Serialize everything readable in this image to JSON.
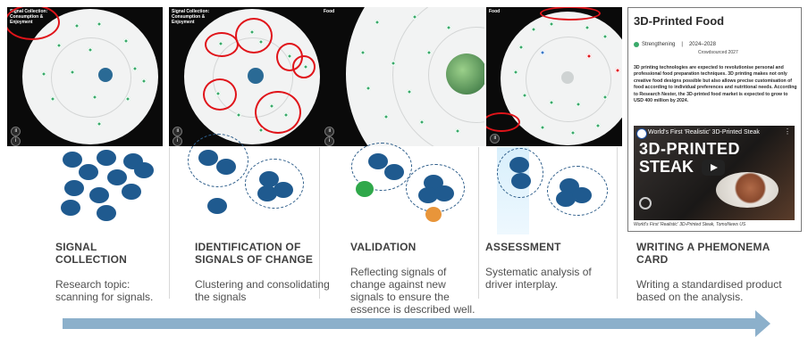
{
  "panels": [
    {
      "title": "Signal Collection: Consumption & Enjoyment"
    },
    {
      "title": "Signal Collection: Consumption & Enjoyment"
    },
    {
      "title": "Food"
    },
    {
      "title": "Food"
    }
  ],
  "steps": [
    {
      "title": "SIGNAL\nCOLLECTION",
      "desc": "Research topic:\nscanning for signals."
    },
    {
      "title": "IDENTIFICATION OF\nSIGNALS OF CHANGE",
      "desc": "Clustering and consolidating\nthe signals"
    },
    {
      "title": "VALIDATION",
      "desc": "Reflecting signals of\nchange against new\nsignals to ensure the\nessence is described well."
    },
    {
      "title": "ASSESSMENT",
      "desc": "Systematic analysis of\ndriver interplay."
    },
    {
      "title": "WRITING A PHEMONEMA\nCARD",
      "desc": "Writing a standardised product\nbased on the analysis."
    }
  ],
  "card": {
    "title": "3D-Printed Food",
    "status": "Strengthening",
    "period": "2024–2028",
    "crowdsourced": "Crowdsourced 2027",
    "body": "3D printing technologies are expected to revolutionise personal and professional food preparation techniques. 3D printing makes not only creative food designs possible but also allows precise customisation of food according to individual preferences and nutritional needs. According to Research Nester, the 3D-printed food market is expected to grow to USD 400 million by 2024.",
    "video_title": "World's First 'Realistic' 3D-Printed Steak",
    "video_overlay_1": "3D-PRINTED",
    "video_overlay_2": "STEAK",
    "video_caption": "World's First 'Realistic' 3D-Printed Steak, TomoNews US",
    "status_color": "#3aaa6a"
  },
  "colors": {
    "accent_red": "#e0141a",
    "blob_blue": "#1f5a8f",
    "validation_green": "#2fa84a",
    "validation_orange": "#e8953a",
    "arrow": "#8cb0cb"
  }
}
